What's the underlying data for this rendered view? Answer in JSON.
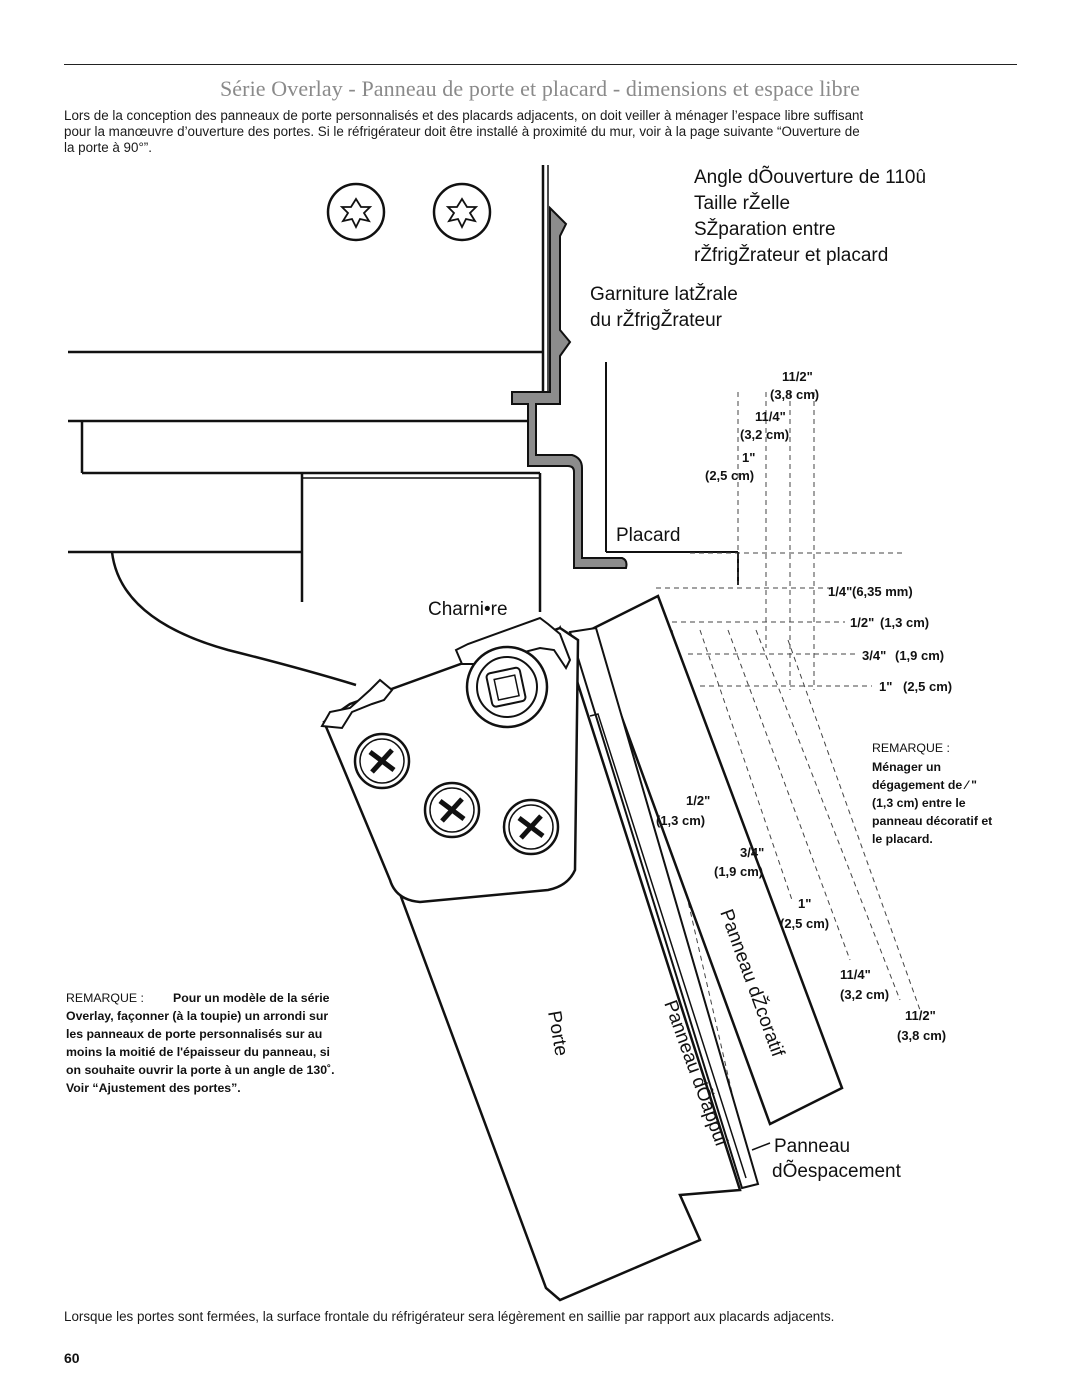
{
  "title": "Série Overlay - Panneau de porte et placard - dimensions et espace libre",
  "intro_lines": [
    "Lors de la conception des panneaux de porte personnalisés et des placards adjacents, on doit veiller à ménager l’espace libre suffisant",
    "pour la manœuvre d’ouverture des portes. Si le réfrigérateur doit être installé à proximité du mur, voir à la page suivante “Ouverture de",
    "la porte à 90°”."
  ],
  "diagram": {
    "top_labels": [
      "Angle dÕouverture de 110û",
      "Taille rŽelle",
      "SŽparation entre",
      "rŽfrigŽrateur et placard"
    ],
    "garniture": [
      "Garniture latŽrale",
      "du rŽfrigŽrateur"
    ],
    "placard": "Placard",
    "charniere": "Charni•re",
    "porte": "Porte",
    "panneau_appui": "Panneau dÕappui",
    "panneau_decoratif": "Panneau dŽcoratif",
    "panneau_espacement": [
      "Panneau",
      "dÕespacement"
    ],
    "dims_top": [
      {
        "frac": "11/2\"",
        "metric": "(3,8 cm)"
      },
      {
        "frac": "11/4\"",
        "metric": "(3,2 cm)"
      },
      {
        "frac": "1\"",
        "metric": "(2,5 cm)"
      }
    ],
    "dims_right": [
      {
        "frac": "1/4\"",
        "metric": "(6,35 mm)"
      },
      {
        "frac": "1/2\"",
        "metric": "(1,3 cm)"
      },
      {
        "frac": "3/4\"",
        "metric": "(1,9 cm)"
      },
      {
        "frac": "1\"",
        "metric": "(2,5 cm)"
      }
    ],
    "dims_diag": [
      {
        "frac": "1/2\"",
        "metric": "(1,3 cm)"
      },
      {
        "frac": "3/4\"",
        "metric": "(1,9 cm)"
      },
      {
        "frac": "1\"",
        "metric": "(2,5 cm)"
      },
      {
        "frac": "11/4\"",
        "metric": "(3,2 cm)"
      },
      {
        "frac": "11/2\"",
        "metric": "(3,8 cm)"
      }
    ],
    "remark_right": {
      "heading": "REMARQUE :",
      "lines": [
        "Ménager un",
        "dégagement de ⁄ \"",
        "(1,3 cm) entre le",
        "panneau décoratif et",
        "le placard."
      ]
    },
    "remark_left": {
      "heading": "REMARQUE :",
      "first": "Pour un modèle de la série",
      "lines": [
        "Overlay, façonner (à la toupie) un arrondi sur",
        "les panneaux de porte personnalisés sur au",
        "moins la moitié de l'épaisseur du panneau, si",
        "on souhaite ouvrir la porte à un angle de 130˚.",
        "Voir “Ajustement des portes”."
      ]
    }
  },
  "footer_text": "Lorsque les portes sont fermées, la surface frontale du réfrigérateur sera légèrement en saillie par rapport aux placards adjacents.",
  "page_number": "60"
}
